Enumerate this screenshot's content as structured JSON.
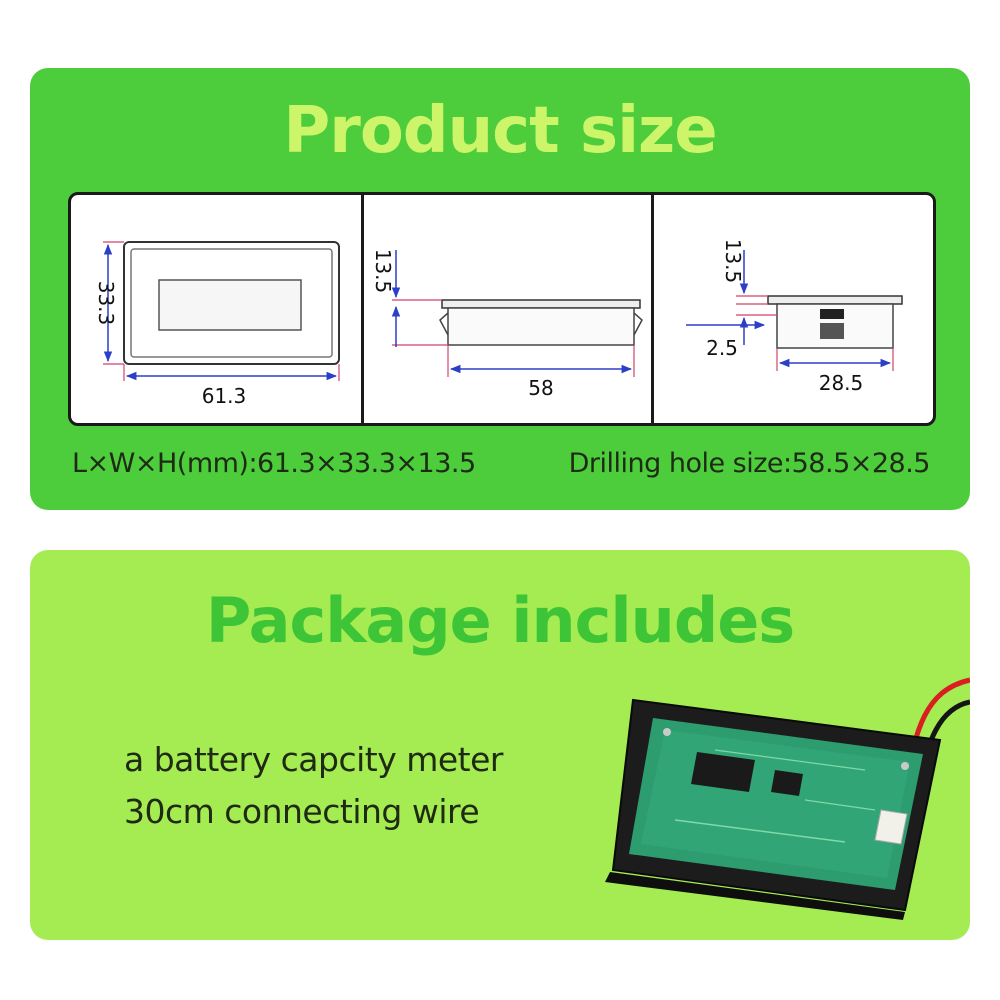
{
  "product_size": {
    "title": "Product size",
    "front_view": {
      "height_label": "33.3",
      "length_label": "61.3"
    },
    "side_view": {
      "height_label": "13.5",
      "length_label": "58"
    },
    "end_view": {
      "height_label": "13.5",
      "flange_label": "2.5",
      "width_label": "28.5"
    },
    "dimensions_text": "L×W×H(mm):61.3×33.3×13.5",
    "hole_text": "Drilling hole size:58.5×28.5"
  },
  "package": {
    "title": "Package includes",
    "items": [
      "a battery capcity meter",
      "30cm connecting wire"
    ],
    "photo_icon": "battery-meter-photo"
  },
  "colors": {
    "size_panel": "#4dcc3c",
    "size_title": "#cdf56a",
    "package_panel": "#a4ec52",
    "package_title": "#3ec437",
    "dimension_line": "#2b3fc8",
    "extension_line": "#d3426b"
  }
}
